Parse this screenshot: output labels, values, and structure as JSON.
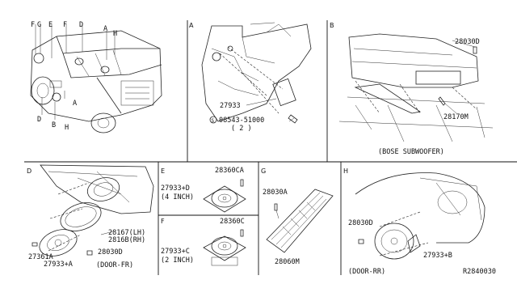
{
  "panels": {
    "overview": {
      "callouts": [
        "F",
        "G",
        "E",
        "F",
        "D",
        "A",
        "H",
        "D",
        "B",
        "H",
        "A"
      ]
    },
    "A": {
      "letter": "A",
      "part_1": "27933",
      "screw_circle": "S",
      "screw_part": "08543-51000",
      "qty": "( 2 )"
    },
    "B": {
      "letter": "B",
      "part_1": "28030D",
      "part_2": "28170M",
      "caption": "(BOSE SUBWOOFER)"
    },
    "D": {
      "letter": "D",
      "part_lh": "28167(LH)",
      "part_rh": "2816B(RH)",
      "part_screw": "28030D",
      "part_ring": "27361A",
      "part_spk": "27933+A",
      "caption": "(DOOR-FR)"
    },
    "E": {
      "letter": "E",
      "part_screw": "28360CA",
      "part_spk": "27933+D",
      "size": "(4 INCH)"
    },
    "F": {
      "letter": "F",
      "part_screw": "28360C",
      "part_spk": "27933+C",
      "size": "(2 INCH)"
    },
    "G": {
      "letter": "G",
      "part_screw": "28030A",
      "part_box": "28060M"
    },
    "H": {
      "letter": "H",
      "part_screw": "28030D",
      "part_spk": "27933+B",
      "caption": "(DOOR-RR)",
      "ref": "R2840030"
    }
  }
}
